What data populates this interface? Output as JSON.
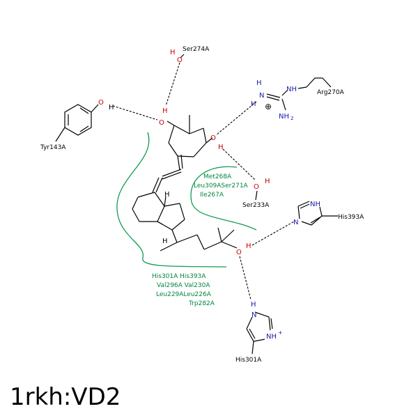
{
  "title": "1rkh:VD2",
  "residues": {
    "ser274": "Ser274A",
    "tyr143": "Tyr143A",
    "arg270": "Arg270A",
    "ser233": "Ser233A",
    "his393": "His393A",
    "his301": "His301A"
  },
  "atoms": {
    "o": "O",
    "h": "H",
    "n": "N",
    "nh": "NH",
    "nh2": "NH",
    "nh2_sub": "2",
    "nh_plus": "NH",
    "plus": "+",
    "charge": "⊕"
  },
  "hydrophobic_groups": {
    "upper_right": [
      "Met268A",
      "Leu309ASer271A",
      "Ile267A"
    ],
    "lower_center": [
      "His301A His393A",
      "Val296A Val230A",
      "Leu229ALeu226A",
      "Trp282A"
    ]
  },
  "colors": {
    "oxygen": "#cc0000",
    "nitrogen": "#1a1aaa",
    "hydrophobic": "#00863f",
    "bond": "#000000"
  }
}
